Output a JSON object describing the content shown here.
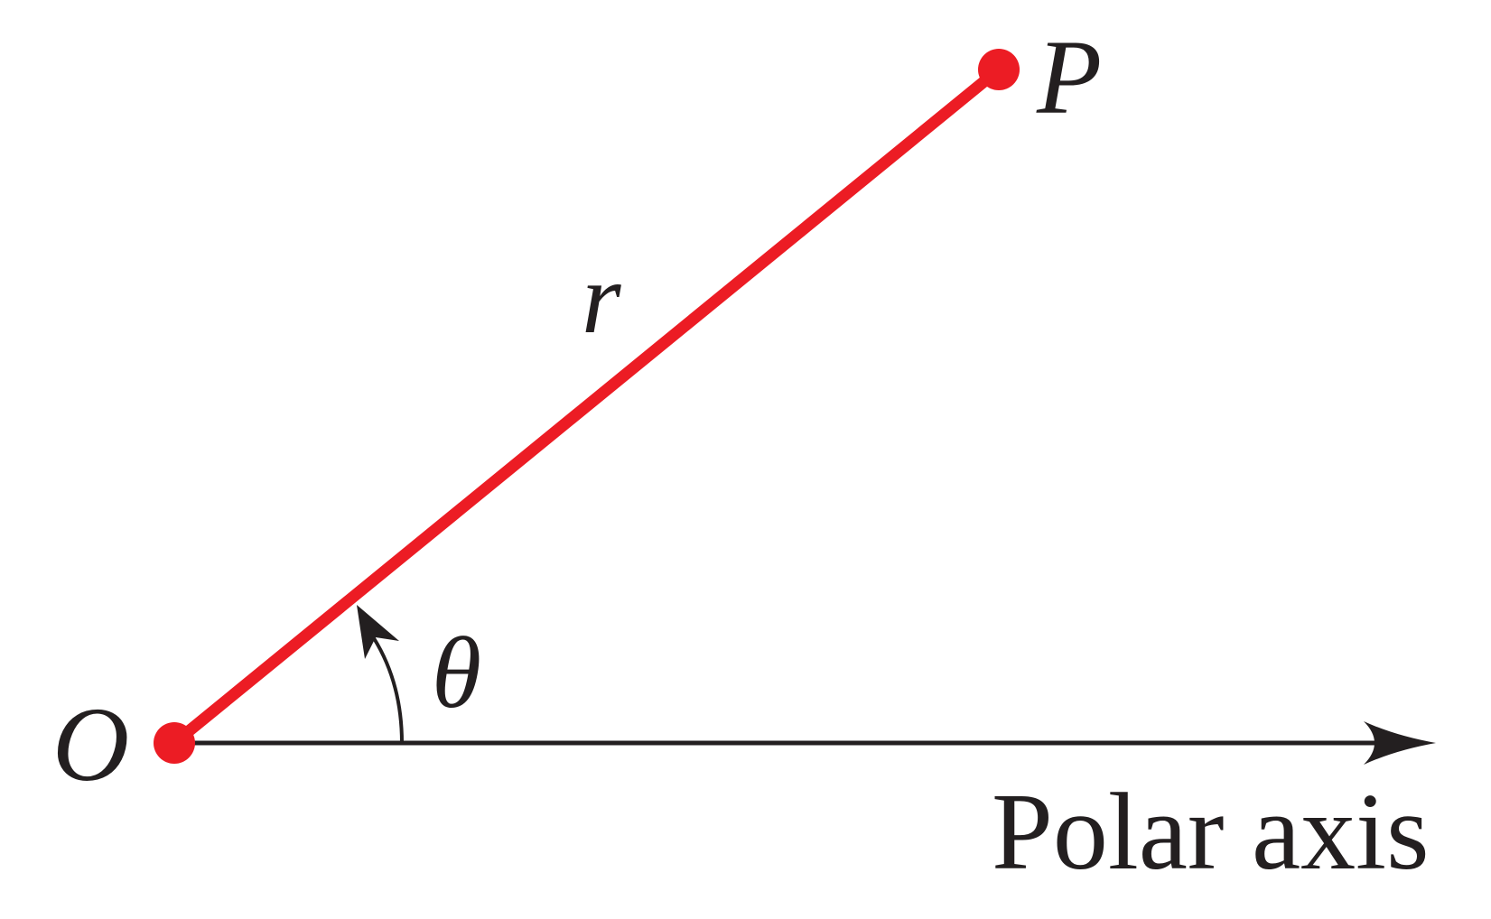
{
  "labels": {
    "origin": "O",
    "point": "P",
    "radius": "r",
    "angle": "θ",
    "axis": "Polar axis"
  },
  "colors": {
    "ray": "#ec1c24",
    "ink": "#231f20",
    "background": "#ffffff"
  }
}
